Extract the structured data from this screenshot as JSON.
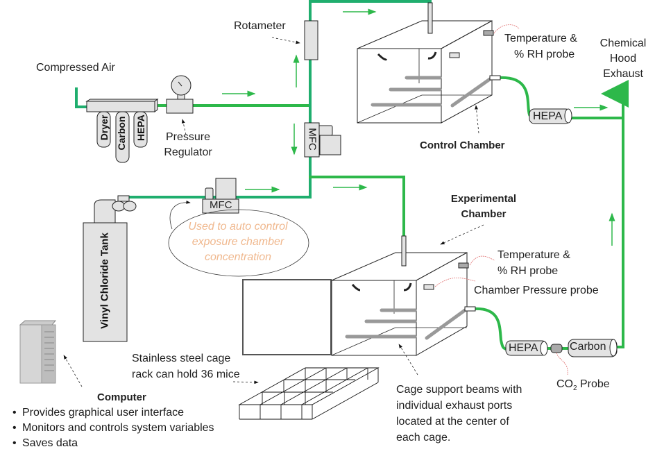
{
  "colors": {
    "pipe": "#2db84a",
    "pipe_teal": "#1fae6e",
    "component_fill": "#e3e3e3",
    "note_text": "#f0b88e",
    "probe_wire": "#e07070"
  },
  "labels": {
    "compressed_air": "Compressed Air",
    "rotameter": "Rotameter",
    "pressure_regulator_line1": "Pressure",
    "pressure_regulator_line2": "Regulator",
    "filter_dryer": "Dryer",
    "filter_carbon": "Carbon",
    "filter_hepa": "HEPA",
    "mfc_air": "MFC",
    "mfc_gas": "MFC",
    "vinyl_tank": "Vinyl Chloride Tank",
    "control_chamber": "Control Chamber",
    "experimental_chamber_line1": "Experimental",
    "experimental_chamber_line2": "Chamber",
    "control_temp_probe_line1": "Temperature &",
    "control_temp_probe_line2": "% RH probe",
    "exp_temp_probe_line1": "Temperature &",
    "exp_temp_probe_line2": "% RH probe",
    "chamber_pressure_probe": "Chamber Pressure probe",
    "hood_exhaust_line1": "Chemical",
    "hood_exhaust_line2": "Hood",
    "hood_exhaust_line3": "Exhaust",
    "hepa_control": "HEPA",
    "hepa_exp": "HEPA",
    "carbon_exp": "Carbon",
    "co2_probe_prefix": "CO",
    "co2_probe_sub": "2",
    "co2_probe_suffix": " Probe",
    "cage_rack_line1": "Stainless steel cage",
    "cage_rack_line2": "rack can hold 36 mice",
    "beams_line1": "Cage support beams with",
    "beams_line2": "individual exhaust ports",
    "beams_line3": "located at the center of",
    "beams_line4": "each cage.",
    "mfc_note_line1": "Used to auto control",
    "mfc_note_line2": "exposure  chamber",
    "mfc_note_line3": "concentration",
    "computer_title": "Computer",
    "computer_bullets": [
      "Provides graphical user interface",
      "Monitors and controls system variables",
      "Saves data"
    ]
  }
}
